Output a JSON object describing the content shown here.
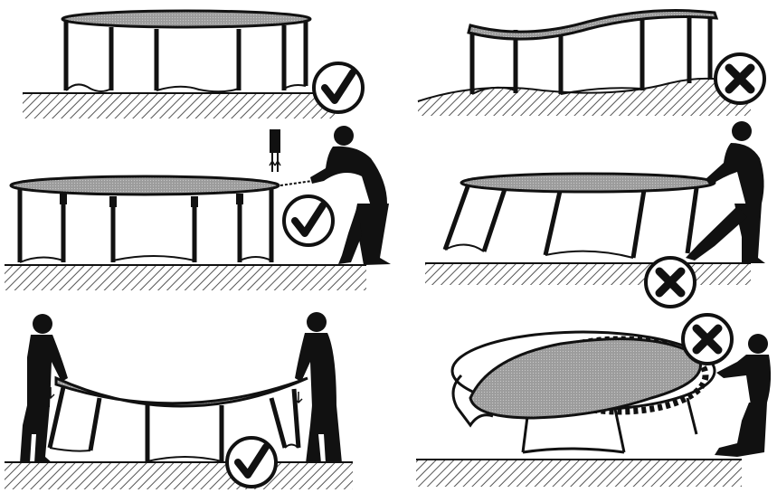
{
  "figure": {
    "panels": [
      {
        "id": "level-ground",
        "verdict": "correct"
      },
      {
        "id": "uneven-ground",
        "verdict": "incorrect"
      },
      {
        "id": "lift-leg-to-move",
        "verdict": "correct"
      },
      {
        "id": "drag-frame",
        "verdict": "incorrect"
      },
      {
        "id": "two-people-carry",
        "verdict": "correct"
      },
      {
        "id": "tilted-pull",
        "verdict": "incorrect"
      }
    ],
    "icons": {
      "correct": "check-mark-icon",
      "incorrect": "cross-mark-icon"
    },
    "colors": {
      "ink": "#111111",
      "mat": "#a8a8a8",
      "hatch": "#555555",
      "background": "#ffffff"
    }
  }
}
